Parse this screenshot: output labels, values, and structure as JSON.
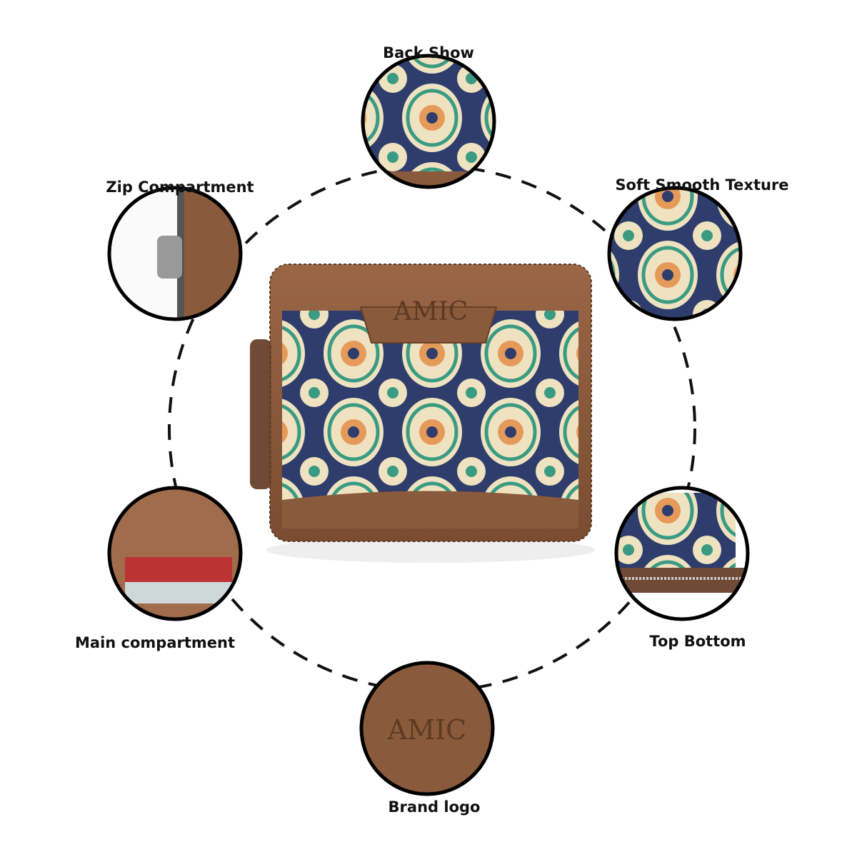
{
  "brand": "AMIC",
  "features": [
    {
      "id": "back-show",
      "label": "Back Show"
    },
    {
      "id": "zip-compartment",
      "label": "Zip Compartment"
    },
    {
      "id": "soft-smooth-texture",
      "label": "Soft Smooth Texture"
    },
    {
      "id": "main-compartment",
      "label": "Main compartment"
    },
    {
      "id": "top-bottom",
      "label": "Top Bottom"
    },
    {
      "id": "brand-logo",
      "label": "Brand logo"
    }
  ],
  "colors": {
    "leather": "#8a5a3c",
    "navy": "#2e3d6b",
    "cream": "#efe2c0",
    "teal": "#3a9a82",
    "orange": "#e59a5a"
  }
}
